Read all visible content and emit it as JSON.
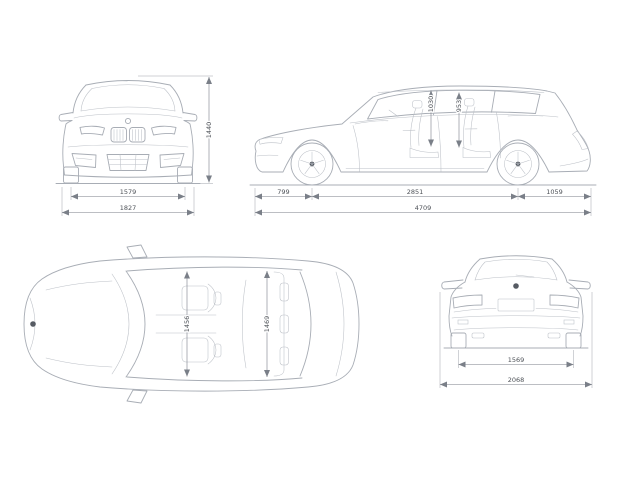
{
  "views": {
    "front": {
      "track_width": "1579",
      "body_width": "1827",
      "height": "1440"
    },
    "side": {
      "front_overhang": "799",
      "wheelbase": "2851",
      "rear_overhang": "1059",
      "length": "4709",
      "front_headroom": "1030",
      "rear_headroom": "953"
    },
    "top": {
      "front_interior_width": "1456",
      "rear_interior_width": "1469"
    },
    "rear": {
      "track_width": "1569",
      "width_with_mirrors": "2068"
    }
  },
  "style": {
    "car_line_color": "#a8adb5",
    "dimension_line_color": "#7a7f88",
    "dimension_text_color": "#4d5157",
    "background": "#ffffff"
  }
}
